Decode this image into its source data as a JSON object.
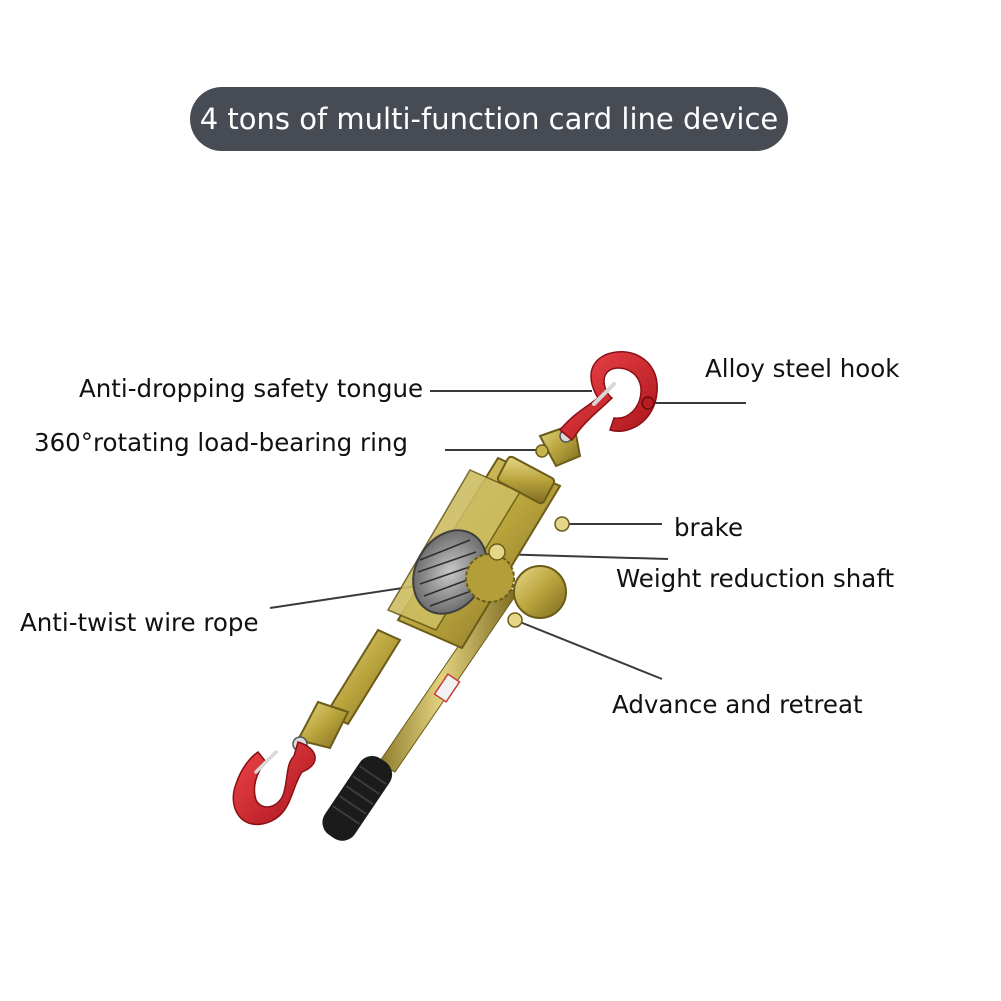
{
  "title": "4 tons of multi-function card line device",
  "labels": {
    "safety_tongue": "Anti-dropping safety tongue",
    "rotating_ring": "360°rotating load-bearing ring",
    "hook": "Alloy steel hook",
    "brake": "brake",
    "reduction_shaft": "Weight reduction shaft",
    "wire_rope": "Anti-twist wire rope",
    "advance_retreat": "Advance and retreat"
  },
  "colors": {
    "title_bg": "#474b53",
    "hook_red": "#d9232a",
    "frame_gold": "#b9a43c",
    "handle_black": "#1b1b1b",
    "leader_line": "#3a3a3a"
  }
}
